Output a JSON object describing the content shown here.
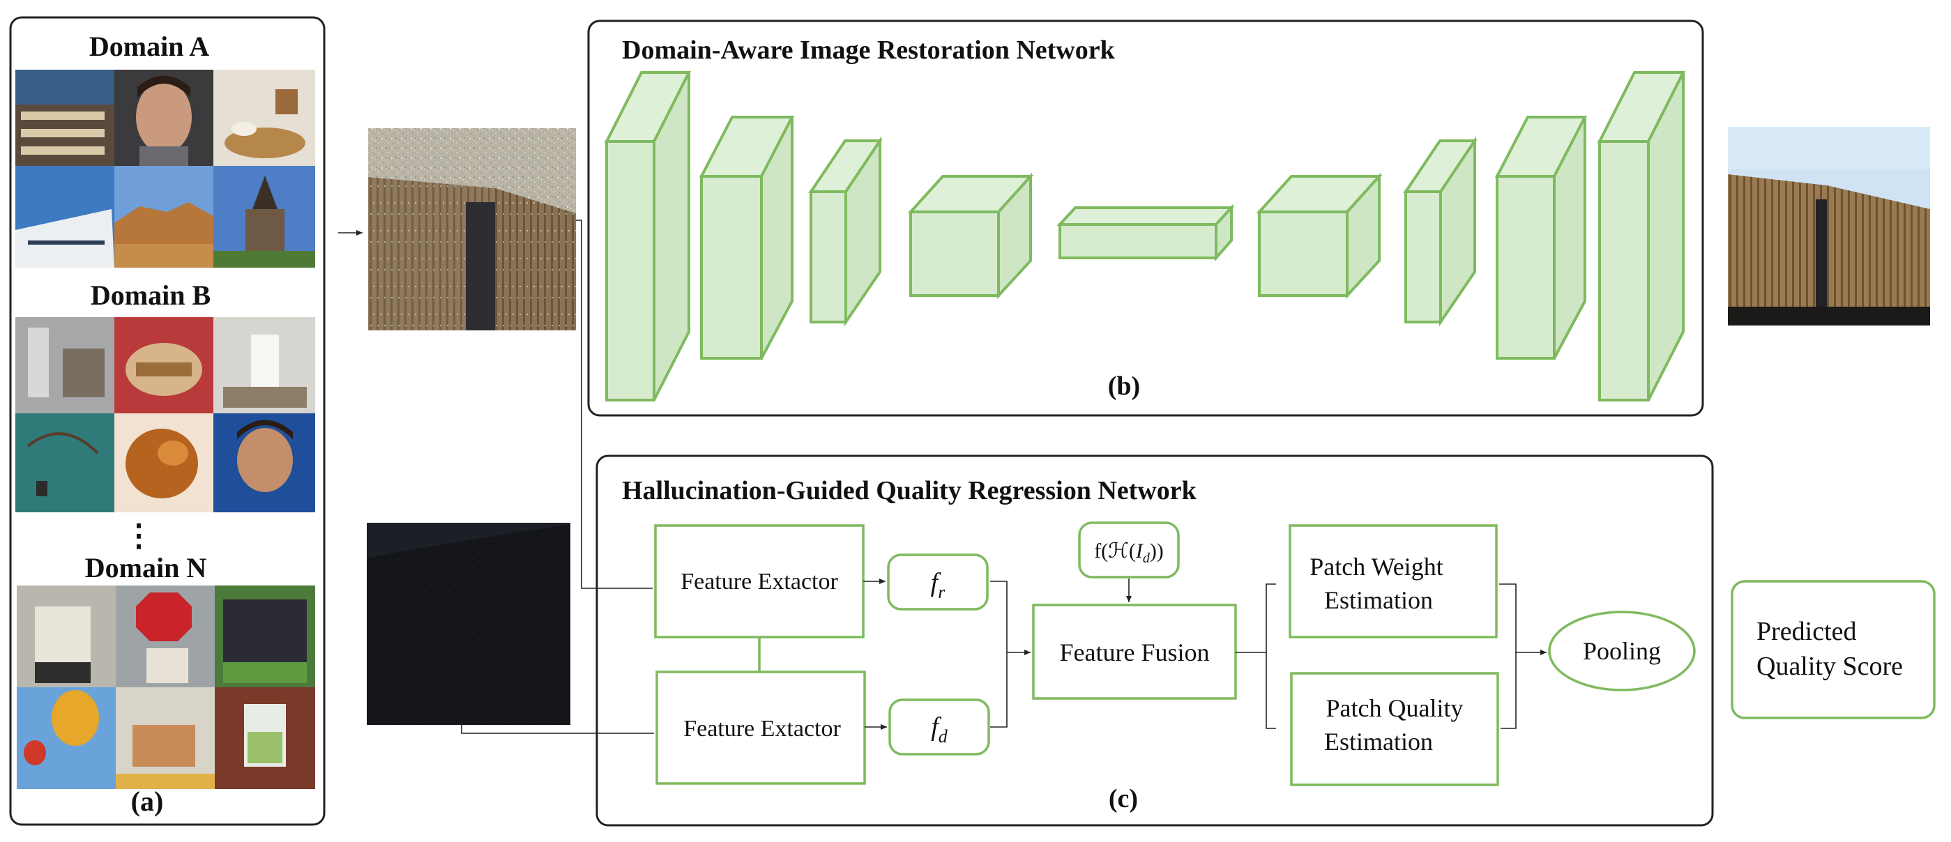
{
  "panel_a": {
    "domain_a_label": "Domain  A",
    "domain_b_label": "Domain  B",
    "ellipsis": "⋮",
    "domain_n_label": "Domain  N",
    "caption": "(a)"
  },
  "panel_b": {
    "title": "Domain-Aware Image Restoration Network",
    "caption": "(b)"
  },
  "panel_c": {
    "title": "Hallucination-Guided Quality Regression Network",
    "caption": "(c)",
    "feature_extractor_top": "Feature Extactor",
    "feature_extractor_bottom": "Feature Extactor",
    "f_r": {
      "base": "f",
      "sub": "r"
    },
    "f_d": {
      "base": "f",
      "sub": "d"
    },
    "hallucination_prior": {
      "prefix": "f(ℋ(",
      "var": "I",
      "sub": "d",
      "suffix": "))"
    },
    "feature_fusion": "Feature Fusion",
    "patch_weight": [
      "Patch Weight",
      "Estimation"
    ],
    "patch_quality": [
      "Patch Quality",
      "Estimation"
    ],
    "pooling": "Pooling"
  },
  "output": {
    "predicted_score": [
      "Predicted",
      "Quality Score"
    ]
  },
  "colors": {
    "accent_green": "#7fba5f",
    "cube_fill": "#d7ebcf",
    "border": "#222222"
  }
}
